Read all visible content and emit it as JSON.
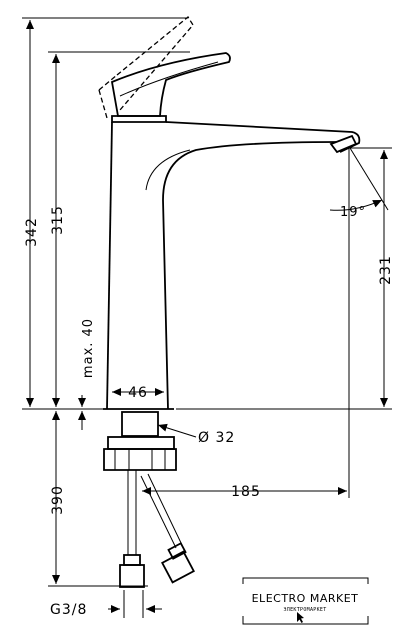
{
  "drawing": {
    "dim_342": "342",
    "dim_315": "315",
    "dim_max40": "max. 40",
    "dim_46": "46",
    "dim_231": "231",
    "dim_angle": "19°",
    "dim_dia32": "Ø 32",
    "dim_185": "185",
    "dim_390": "390",
    "dim_thread": "G3/8"
  },
  "logo": {
    "title": "ELECTRO MARKET",
    "subtitle": "ЭЛЕКТРОМАРКЕТ"
  }
}
